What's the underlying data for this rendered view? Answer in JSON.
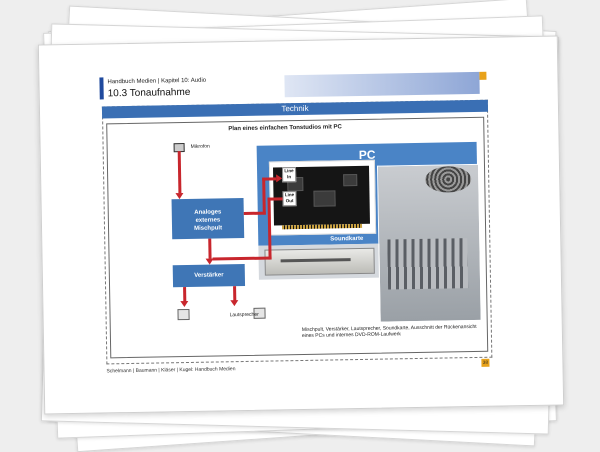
{
  "header": {
    "breadcrumb": "Handbuch Medien | Kapitel 10: Audio",
    "section": "10.3  Tonaufnahme"
  },
  "box": {
    "banner": "Technik",
    "title": "Plan eines einfachen Tonstudios mit PC"
  },
  "diagram": {
    "mic_label": "Mikrofon",
    "mixer_label_1": "Analoges",
    "mixer_label_2": "externes",
    "mixer_label_3": "Mischpult",
    "amp_label": "Verstärker",
    "speaker_label": "Lautsprecher",
    "line_in_1": "Line",
    "line_in_2": "In",
    "line_out_1": "Line",
    "line_out_2": "Out",
    "pc_label": "PC",
    "card_label": "Soundkarte"
  },
  "caption": "Mischpult, Verstärker, Lautsprecher, Soundkarte, Ausschnitt der Rückenansicht eines PCs und internes DVD-ROM-Laufwerk",
  "footer": {
    "credit": "Schelmann | Baumann | Kläser | Kugel: Handbuch Medien",
    "page_number": "38"
  },
  "colors": {
    "accent_blue": "#3a6fb4",
    "arrow_red": "#c8262d",
    "page_marker": "#e8a21a"
  }
}
